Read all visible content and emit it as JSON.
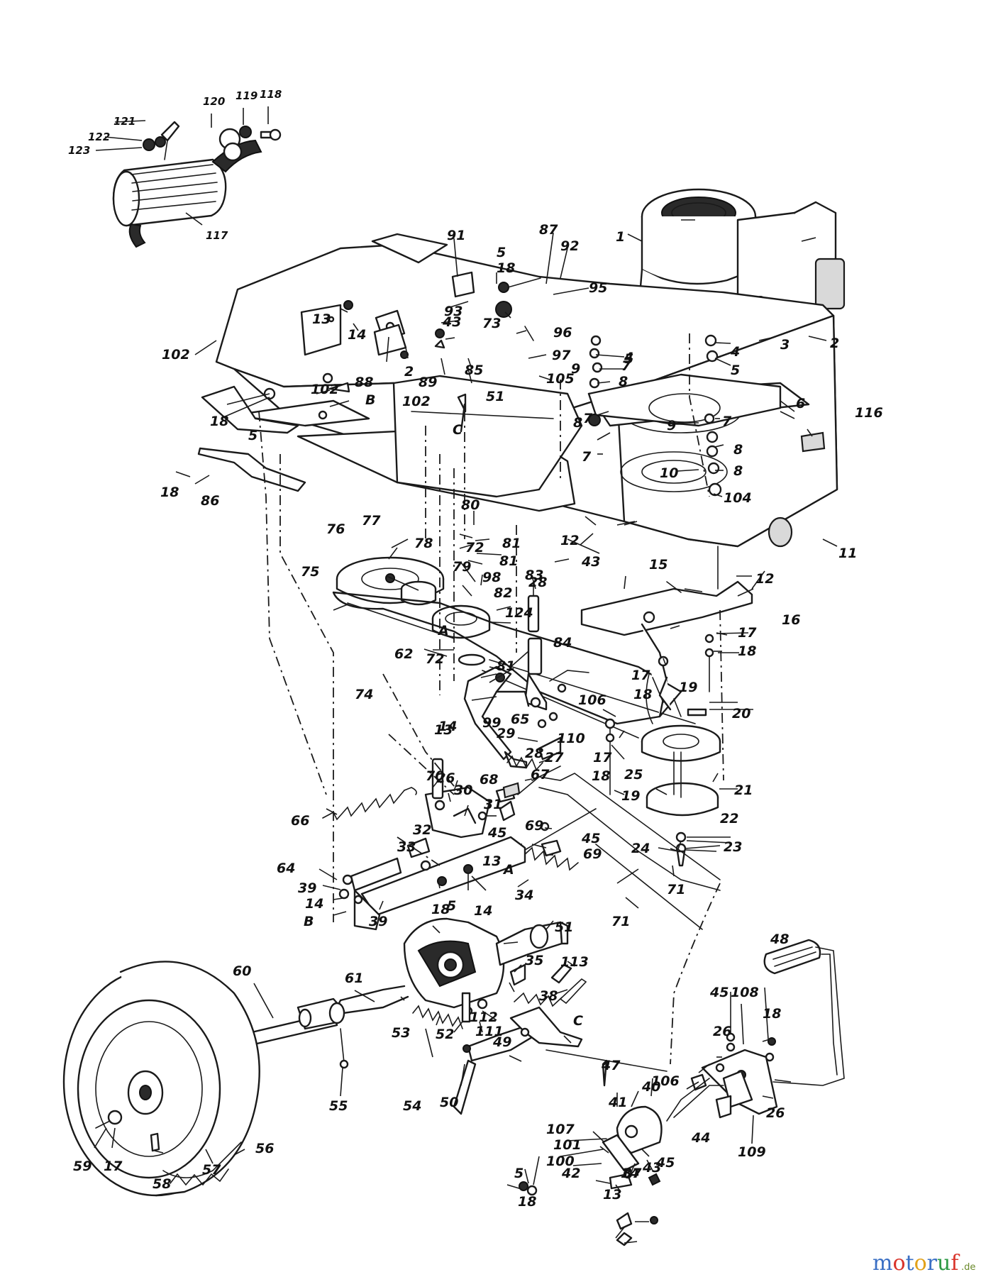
{
  "watermark": {
    "brand": "motoruf",
    "tld": ".de",
    "letter_colors": [
      "#3a6fc4",
      "#d9342b",
      "#3a6fc4",
      "#e2a21b",
      "#3a6fc4",
      "#2e9a45",
      "#d9342b"
    ]
  },
  "callouts": {
    "c1": "1",
    "c2a": "2",
    "c2b": "2",
    "c3": "3",
    "c4a": "4",
    "c4b": "4",
    "c5a": "5",
    "c5b": "5",
    "c5c": "5",
    "c5d": "5",
    "c5e": "5",
    "c5f": "5",
    "c6": "6",
    "c7a": "7",
    "c7b": "7",
    "c7c": "7",
    "c7d": "7",
    "c8a": "8",
    "c8b": "8",
    "c8c": "8",
    "c8d": "8",
    "c9a": "9",
    "c9b": "9",
    "c10": "10",
    "c11": "11",
    "c12a": "12",
    "c12b": "12",
    "c13a": "13",
    "c13b": "13",
    "c13c": "13",
    "c13d": "13",
    "c14a": "14",
    "c14b": "14",
    "c14c": "14",
    "c14d": "14",
    "c14e": "14",
    "c15": "15",
    "c16": "16",
    "c17a": "17",
    "c17b": "17",
    "c17c": "17",
    "c17d": "17",
    "c18a": "18",
    "c18b": "18",
    "c18c": "18",
    "c18d": "18",
    "c18e": "18",
    "c18f": "18",
    "c18g": "18",
    "c18h": "18",
    "c18i": "18",
    "c19a": "19",
    "c19b": "19",
    "c20": "20",
    "c21": "21",
    "c22": "22",
    "c23": "23",
    "c24": "24",
    "c25": "25",
    "c26a": "26",
    "c26b": "26",
    "c26c": "26",
    "c27": "27",
    "c28a": "28",
    "c28b": "28",
    "c29": "29",
    "c30": "30",
    "c31": "31",
    "c32": "32",
    "c33": "33",
    "c34": "34",
    "c35": "35",
    "c37": "37",
    "c38": "38",
    "c39a": "39",
    "c39b": "39",
    "c40": "40",
    "c41": "41",
    "c42": "42",
    "c43a": "43",
    "c43b": "43",
    "c43c": "43",
    "c44": "44",
    "c45a": "45",
    "c45b": "45",
    "c45c": "45",
    "c45d": "45",
    "c47": "47",
    "c48": "48",
    "c49": "49",
    "c50": "50",
    "c51a": "51",
    "c51b": "51",
    "c52": "52",
    "c53": "53",
    "c54": "54",
    "c55": "55",
    "c56": "56",
    "c57": "57",
    "c58": "58",
    "c59": "59",
    "c60": "60",
    "c61": "61",
    "c62": "62",
    "c64": "64",
    "c65": "65",
    "c66": "66",
    "c67": "67",
    "c68": "68",
    "c69a": "69",
    "c69b": "69",
    "c70": "70",
    "c71a": "71",
    "c71b": "71",
    "c72a": "72",
    "c72b": "72",
    "c73": "73",
    "c74": "74",
    "c75": "75",
    "c76": "76",
    "c77": "77",
    "c78": "78",
    "c79": "79",
    "c80": "80",
    "c81a": "81",
    "c81b": "81",
    "c81c": "81",
    "c82": "82",
    "c83": "83",
    "c84": "84",
    "c85": "85",
    "c86": "86",
    "c87": "87",
    "c88": "88",
    "c89": "89",
    "c91": "91",
    "c92": "92",
    "c93": "93",
    "c95": "95",
    "c96": "96",
    "c97": "97",
    "c98": "98",
    "c99": "99",
    "c100": "100",
    "c101": "101",
    "c102a": "102",
    "c102b": "102",
    "c102c": "102",
    "c104": "104",
    "c105": "105",
    "c106a": "106",
    "c106b": "106",
    "c107": "107",
    "c108": "108",
    "c109": "109",
    "c110": "110",
    "c111": "111",
    "c112": "112",
    "c113": "113",
    "c116": "116",
    "c117": "117",
    "c118": "118",
    "c119": "119",
    "c120": "120",
    "c121": "121",
    "c122": "122",
    "c123": "123",
    "c124": "124",
    "cA1": "A",
    "cA2": "A",
    "cB1": "B",
    "cB2": "B",
    "cC1": "C",
    "cC2": "C"
  }
}
